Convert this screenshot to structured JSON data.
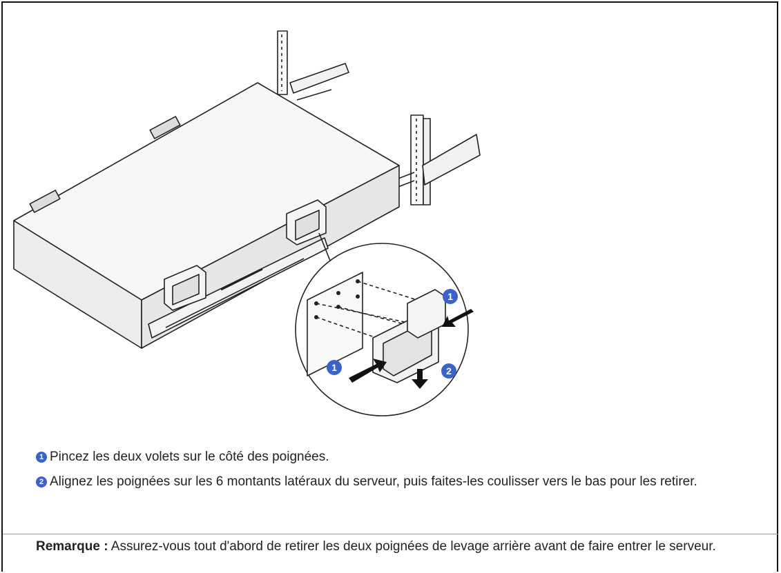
{
  "illustration": {
    "callout_1": "1",
    "callout_2": "2"
  },
  "steps": [
    {
      "number": "1",
      "text": "Pincez les deux volets sur le côté des poignées."
    },
    {
      "number": "2",
      "text": "Alignez les poignées sur les 6 montants latéraux du serveur, puis faites-les coulisser vers le bas pour les retirer."
    }
  ],
  "note": {
    "label": "Remarque :",
    "text": "Assurez-vous tout d'abord de retirer les deux poignées de levage arrière avant de faire entrer le serveur."
  },
  "colors": {
    "badge": "#3b62c9",
    "line": "#222222"
  }
}
